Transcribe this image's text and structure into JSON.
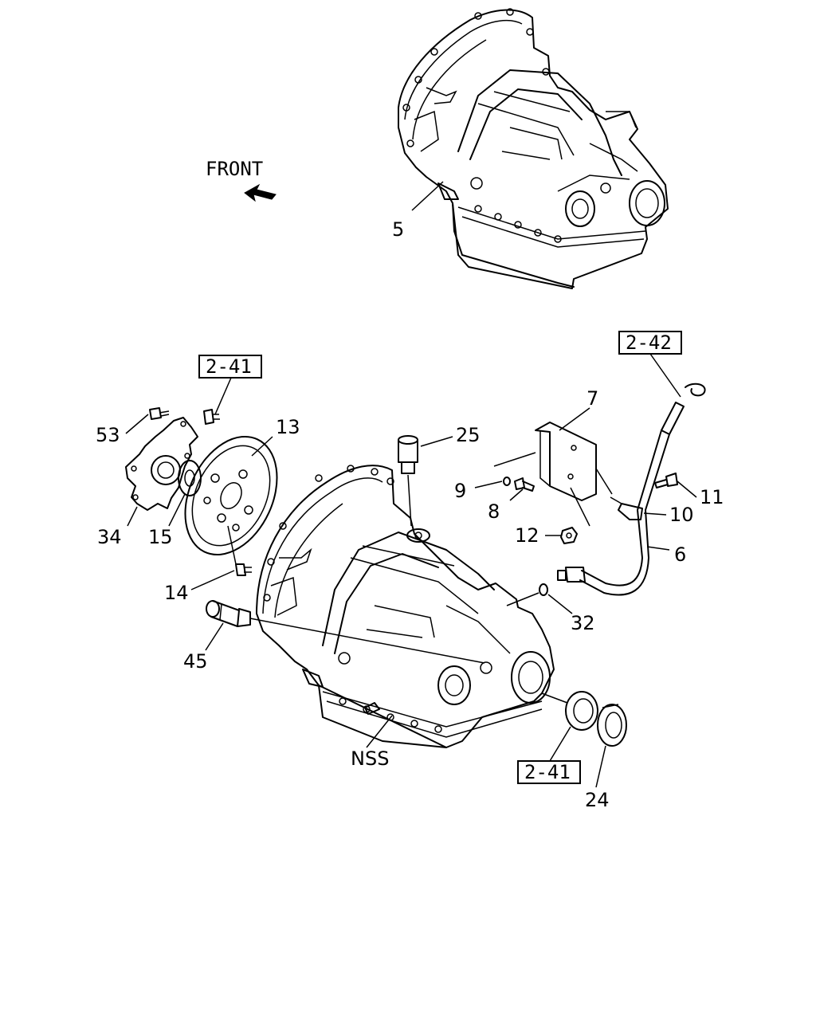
{
  "front_label": "FRONT",
  "callouts": {
    "c5": "5",
    "c53": "53",
    "c34": "34",
    "c15": "15",
    "c14": "14",
    "c45": "45",
    "c13": "13",
    "c25": "25",
    "c7": "7",
    "c9": "9",
    "c8": "8",
    "c12": "12",
    "c11": "11",
    "c10": "10",
    "c6": "6",
    "c32": "32",
    "c24": "24",
    "nss": "NSS"
  },
  "references": {
    "ref_top_left": "2-41",
    "ref_top_right": "2-42",
    "ref_bottom": "2-41"
  }
}
